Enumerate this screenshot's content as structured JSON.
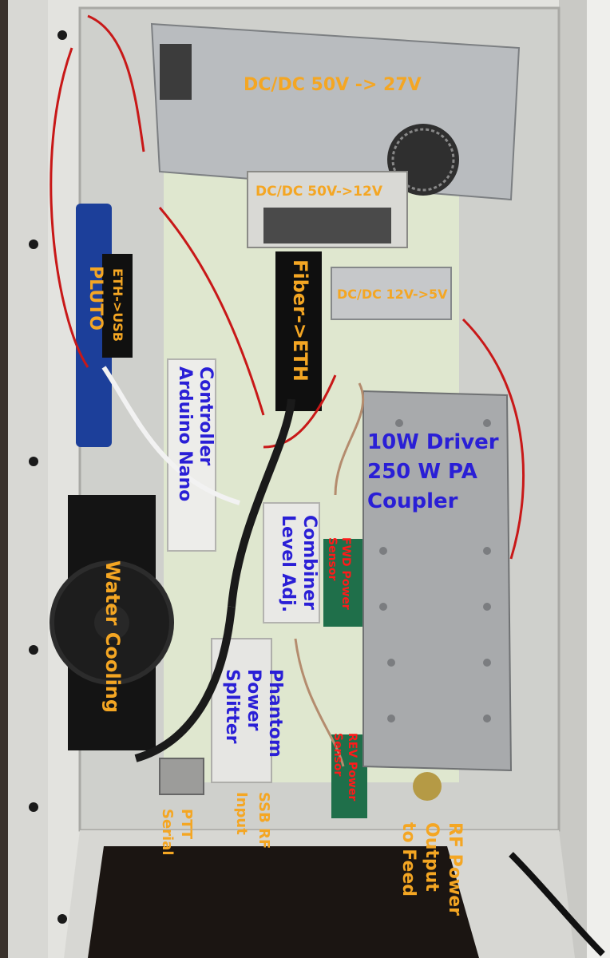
{
  "labels": {
    "dcdc_50_27": "DC/DC 50V -> 27V",
    "dcdc_50_12": "DC/DC 50V->12V",
    "dcdc_12_5": "DC/DC 12V->5V",
    "pluto": "PLUTO",
    "eth_usb": "ETH->USB",
    "fiber_eth": "Fiber->ETH",
    "controller": "Controller",
    "arduino_nano": "Arduino Nano",
    "driver_line1": "10W Driver",
    "driver_line2": "250 W PA",
    "driver_line3": "Coupler",
    "combiner": "Combiner",
    "level_adj": "Level Adj.",
    "fwd_power": "FWD Power",
    "fwd_sensor": "Sensor",
    "water_cooling": "Water Cooling",
    "phantom": "Phantom",
    "power": "Power",
    "splitter": "Splitter",
    "rev_power": "REV Power",
    "rev_sensor": "Sensor",
    "ptt": "PTT",
    "serial": "Serial",
    "ssb_rf": "SSB RF",
    "input": "Input",
    "rf_power": "RF Power",
    "output": "Output",
    "to_feed": "to Feed"
  },
  "colors": {
    "orange_label": "#f4a623",
    "blue_label": "#2a1fd6",
    "red_label": "#ff1a1a"
  }
}
